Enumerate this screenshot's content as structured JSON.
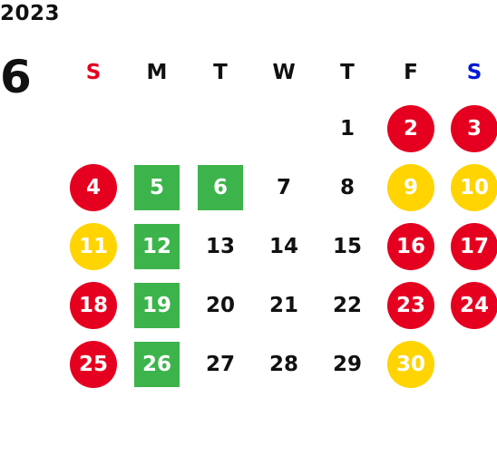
{
  "calendar": {
    "year": "2023",
    "month": "6",
    "weekdays": [
      "S",
      "M",
      "T",
      "W",
      "T",
      "F",
      "S"
    ],
    "colors": {
      "sunday_header": "#e60020",
      "saturday_header": "#0018d8",
      "holiday_red": "#e60020",
      "highlight_yellow": "#ffd400",
      "highlight_green": "#3cb44b"
    },
    "weeks": [
      [
        {
          "day": "",
          "mark": "none"
        },
        {
          "day": "",
          "mark": "none"
        },
        {
          "day": "",
          "mark": "none"
        },
        {
          "day": "",
          "mark": "none"
        },
        {
          "day": "1",
          "mark": "none"
        },
        {
          "day": "2",
          "mark": "red"
        },
        {
          "day": "3",
          "mark": "red"
        }
      ],
      [
        {
          "day": "4",
          "mark": "red"
        },
        {
          "day": "5",
          "mark": "green"
        },
        {
          "day": "6",
          "mark": "green"
        },
        {
          "day": "7",
          "mark": "none"
        },
        {
          "day": "8",
          "mark": "none"
        },
        {
          "day": "9",
          "mark": "yellow"
        },
        {
          "day": "10",
          "mark": "yellow"
        }
      ],
      [
        {
          "day": "11",
          "mark": "yellow"
        },
        {
          "day": "12",
          "mark": "green"
        },
        {
          "day": "13",
          "mark": "none"
        },
        {
          "day": "14",
          "mark": "none"
        },
        {
          "day": "15",
          "mark": "none"
        },
        {
          "day": "16",
          "mark": "red"
        },
        {
          "day": "17",
          "mark": "red"
        }
      ],
      [
        {
          "day": "18",
          "mark": "red"
        },
        {
          "day": "19",
          "mark": "green"
        },
        {
          "day": "20",
          "mark": "none"
        },
        {
          "day": "21",
          "mark": "none"
        },
        {
          "day": "22",
          "mark": "none"
        },
        {
          "day": "23",
          "mark": "red"
        },
        {
          "day": "24",
          "mark": "red"
        }
      ],
      [
        {
          "day": "25",
          "mark": "red"
        },
        {
          "day": "26",
          "mark": "green"
        },
        {
          "day": "27",
          "mark": "none"
        },
        {
          "day": "28",
          "mark": "none"
        },
        {
          "day": "29",
          "mark": "none"
        },
        {
          "day": "30",
          "mark": "yellow"
        },
        {
          "day": "",
          "mark": "none"
        }
      ]
    ]
  }
}
